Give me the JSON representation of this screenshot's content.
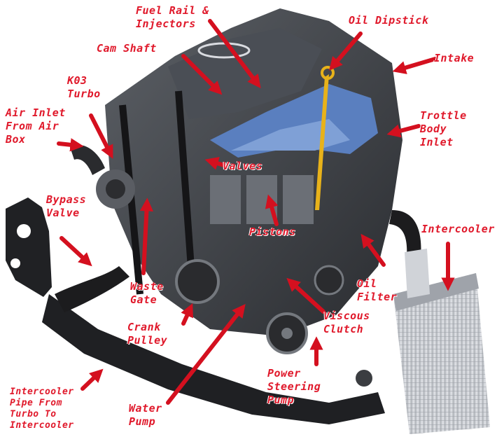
{
  "colors": {
    "label_red": "#e0192b",
    "arrow_red": "#d4101f",
    "engine_dark": "#3a3d42",
    "intake_blue": "#5a7fbf",
    "pipe_black": "#1c1c1e",
    "intercooler_silver": "#c9ccd1",
    "dipstick_yellow": "#e8b21a"
  },
  "labels": {
    "fuel_rail": "Fuel Rail &\nInjectors",
    "oil_dipstick": "Oil Dipstick",
    "cam_shaft": "Cam Shaft",
    "intake": "Intake",
    "k03_turbo": "K03\nTurbo",
    "air_inlet": "Air Inlet\nFrom Air\nBox",
    "throttle_body": "Trottle\nBody\nInlet",
    "valves": "Valves",
    "bypass_valve": "Bypass\nValve",
    "pistons": "Pistons",
    "intercooler": "Intercooler",
    "waste_gate": "Waste\nGate",
    "oil_filter": "Oil\nFilter",
    "viscous_clutch": "Viscous\nClutch",
    "crank_pulley": "Crank\nPulley",
    "power_steering": "Power\nSteering\nPump",
    "water_pump": "Water\nPump",
    "intercooler_pipe": "Intercooler\nPipe From\nTurbo To\nIntercooler"
  }
}
